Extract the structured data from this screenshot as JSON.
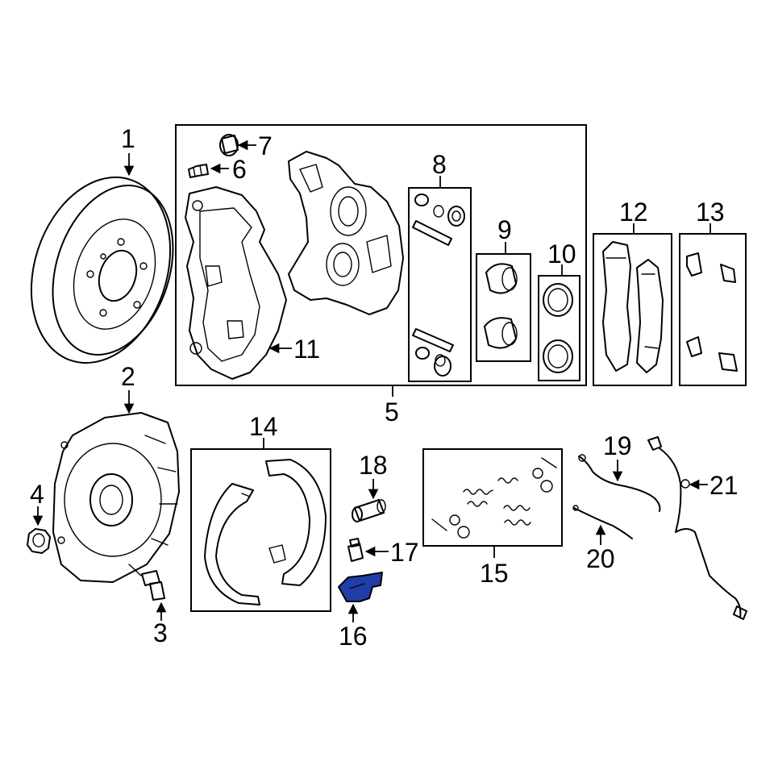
{
  "highlight_color": "#1f3ea8",
  "callouts": {
    "c1": "1",
    "c2": "2",
    "c3": "3",
    "c4": "4",
    "c5": "5",
    "c6": "6",
    "c7": "7",
    "c8": "8",
    "c9": "9",
    "c10": "10",
    "c11": "11",
    "c12": "12",
    "c13": "13",
    "c14": "14",
    "c15": "15",
    "c16": "16",
    "c17": "17",
    "c18": "18",
    "c19": "19",
    "c20": "20",
    "c21": "21"
  }
}
